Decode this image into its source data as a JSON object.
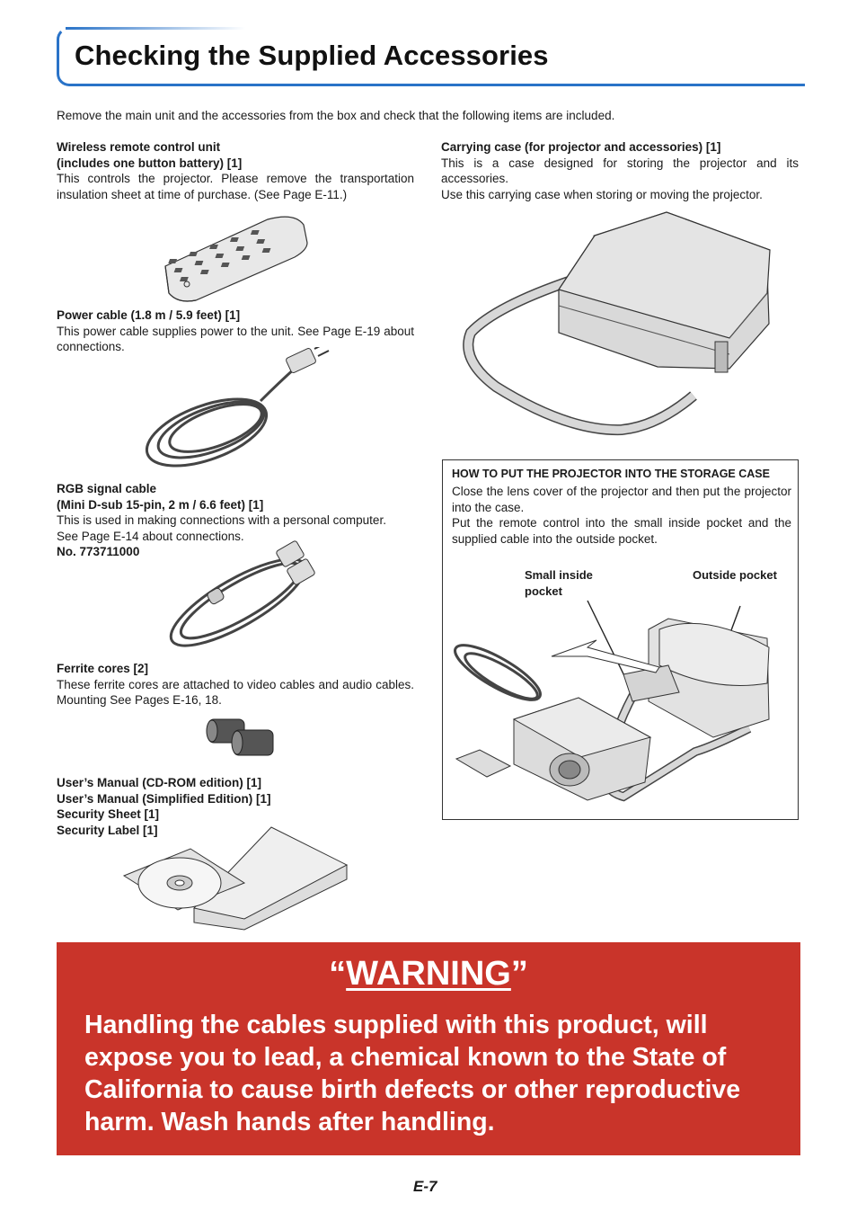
{
  "header": {
    "title": "Checking the Supplied Accessories"
  },
  "intro": "Remove the main unit and the accessories from the box and check that the following items are included.",
  "items": {
    "remote": {
      "title1": "Wireless remote control unit",
      "title2": "(includes one button battery) [1]",
      "body": "This controls the projector. Please remove the transportation insulation sheet at time of purchase. (See Page E-11.)"
    },
    "power": {
      "title1": "Power cable (1.8 m / 5.9 feet) [1]",
      "body": "This power cable supplies power to the unit. See Page E-19 about connections."
    },
    "rgb": {
      "title1": "RGB signal cable",
      "title2": "(Mini D-sub 15-pin, 2 m / 6.6 feet) [1]",
      "body1": "This is used in making connections with a personal computer.",
      "body2": "See Page E-14 about connections.",
      "partno": "No. 773711000"
    },
    "ferrite": {
      "title1": "Ferrite cores [2]",
      "body": "These ferrite cores are attached to video cables and audio cables. Mounting See Pages E-16, 18."
    },
    "manuals": {
      "line1": "User’s Manual (CD-ROM edition) [1]",
      "line2": "User’s Manual (Simplified Edition) [1]",
      "line3": "Security Sheet [1]",
      "line4": "Security Label [1]"
    },
    "case": {
      "title1": "Carrying case (for projector and accessories) [1]",
      "body1": "This is a case designed for storing the projector and its accessories.",
      "body2": "Use this carrying case when storing or moving the projector."
    }
  },
  "howto": {
    "heading": "HOW TO PUT THE PROJECTOR INTO THE STORAGE CASE",
    "body1": "Close the lens cover of the projector and then put the projector into the case.",
    "body2": "Put the remote control into the small inside pocket and the supplied cable into the outside pocket.",
    "label_small1": "Small inside",
    "label_small2": "pocket",
    "label_outside": "Outside pocket"
  },
  "warning": {
    "open_quote": "“",
    "title": "WARNING",
    "close_quote": "”",
    "body": "Handling the cables supplied with this product, will expose you to lead, a chemical known to the State of California to cause birth defects or other reproductive harm. Wash hands after handling."
  },
  "page_number": "E-7"
}
